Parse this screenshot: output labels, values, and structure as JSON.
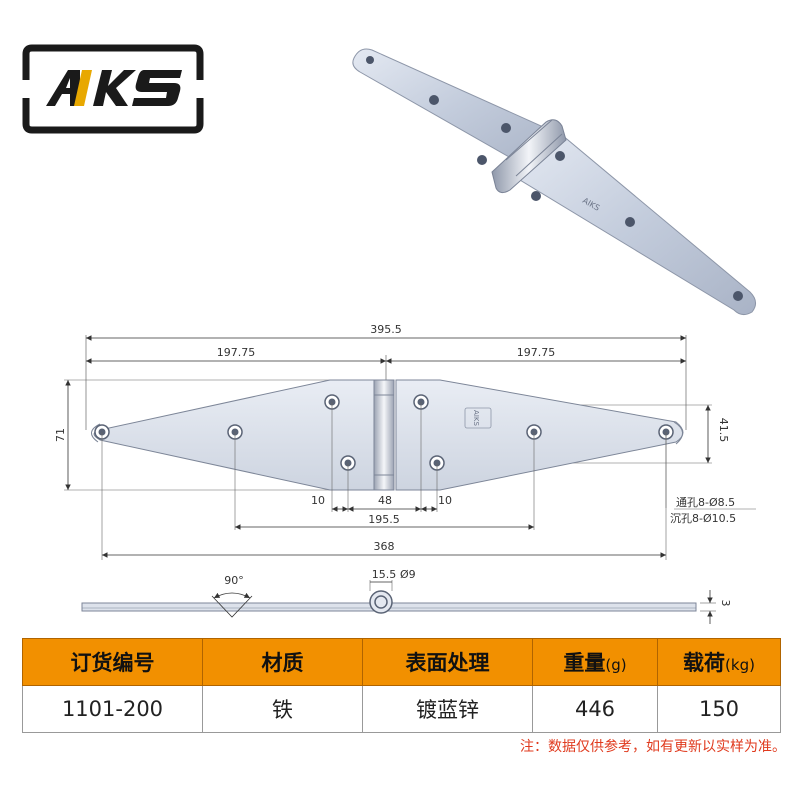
{
  "brand": {
    "logo_text": "AIKS",
    "colors": {
      "primary": "#1a1a1a",
      "accent": "#e8a800"
    }
  },
  "photo": {
    "label": "hinge-product-photo",
    "stamp_text": "AIKS"
  },
  "drawing": {
    "overall_length": "395.5",
    "half_length_left": "197.75",
    "half_length_right": "197.75",
    "height": "71",
    "hole_vertical_spacing": "41.5",
    "edge_offset_left": "10",
    "knuckle_width": "48",
    "edge_offset_right": "10",
    "inner_hole_spacing": "195.5",
    "outer_hole_spacing": "368",
    "through_hole": "通孔8-Ø8.5",
    "countersunk_hole": "沉孔8-Ø10.5",
    "opening_angle": "90°",
    "knuckle_length": "15.5",
    "pin_diameter": "Ø9",
    "thickness": "3",
    "stamp_text": "AIKS"
  },
  "table": {
    "colors": {
      "header_bg": "#f29000"
    },
    "headers": [
      {
        "main": "订货编号",
        "unit": ""
      },
      {
        "main": "材质",
        "unit": ""
      },
      {
        "main": "表面处理",
        "unit": ""
      },
      {
        "main": "重量",
        "unit": "(g)"
      },
      {
        "main": "载荷",
        "unit": "(kg)"
      }
    ],
    "row": [
      "1101-200",
      "铁",
      "镀蓝锌",
      "446",
      "150"
    ]
  },
  "note": "注：数据仅供参考，如有更新以实样为准。"
}
